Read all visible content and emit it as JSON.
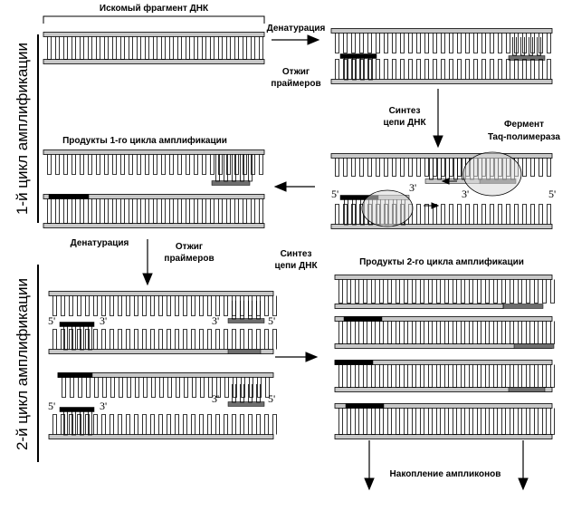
{
  "labels": {
    "target_fragment": "Искомый фрагмент ДНК",
    "denaturation_1": "Денатурация",
    "annealing_1_line1": "Отжиг",
    "annealing_1_line2": "праймеров",
    "synthesis_1_line1": "Синтез",
    "synthesis_1_line2": "цепи ДНК",
    "enzyme_line1": "Фермент",
    "enzyme_line2": "Taq-полимераза",
    "products_cycle1": "Продукты 1-го цикла амплификации",
    "denaturation_2": "Денатурация",
    "annealing_2_line1": "Отжиг",
    "annealing_2_line2": "праймеров",
    "synthesis_2_line1": "Синтез",
    "synthesis_2_line2": "цепи ДНК",
    "products_cycle2": "Продукты 2-го цикла амплификации",
    "accumulation": "Накопление ампликонов",
    "cycle1_side": "1-й цикл амплификации",
    "cycle2_side": "2-й цикл амплификации"
  },
  "end_marks": {
    "five_prime": "5'",
    "three_prime": "3'"
  },
  "colors": {
    "strand_fill": "#c8c8c8",
    "primer": "#000000",
    "synthesized": "#6e6e6e",
    "enzyme_fill": "#d9d9d9"
  }
}
